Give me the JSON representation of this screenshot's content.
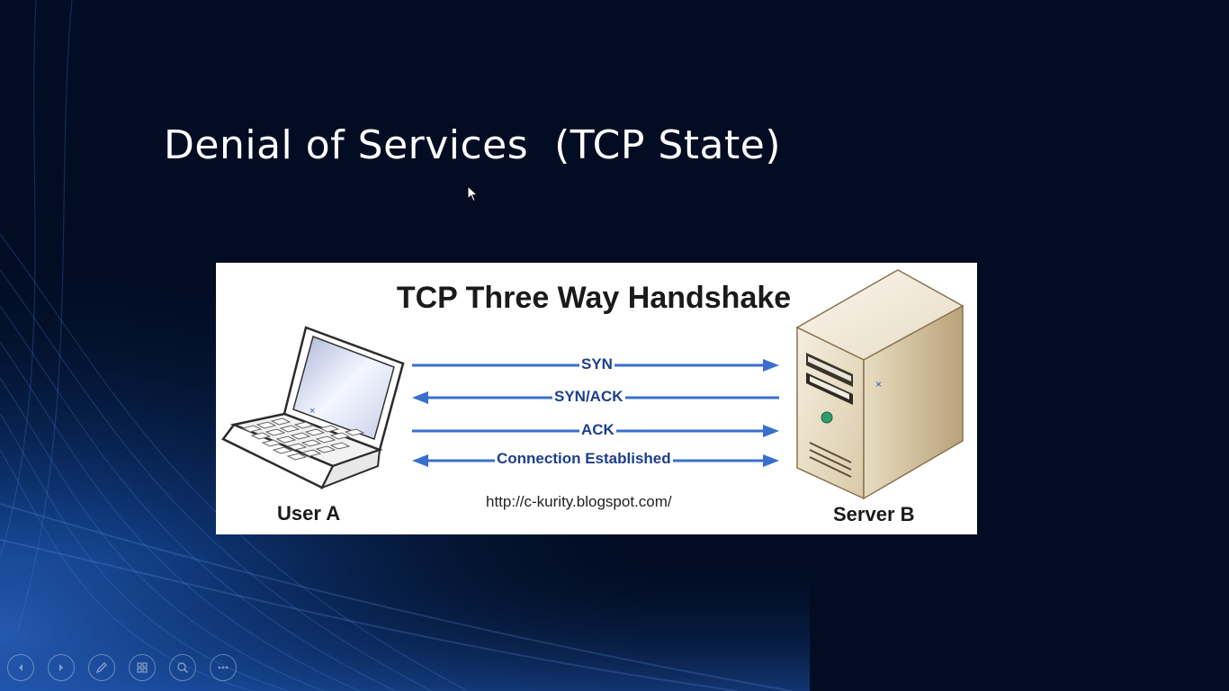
{
  "slide": {
    "title": "Denial of Services  (TCP State)"
  },
  "diagram": {
    "title": "TCP Three Way Handshake",
    "messages": [
      {
        "label": "SYN",
        "direction": "right"
      },
      {
        "label": "SYN/ACK",
        "direction": "left"
      },
      {
        "label": "ACK",
        "direction": "right"
      },
      {
        "label": "Connection Established",
        "direction": "both"
      }
    ],
    "client_label": "User A",
    "server_label": "Server B",
    "source_url": "http://c-kurity.blogspot.com/",
    "arrow_color": "#3a6fcf"
  },
  "slideshow_controls": [
    {
      "name": "previous-slide-button",
      "icon": "chevron-left-icon"
    },
    {
      "name": "next-slide-button",
      "icon": "chevron-right-icon"
    },
    {
      "name": "pen-tool-button",
      "icon": "pen-icon"
    },
    {
      "name": "see-all-slides-button",
      "icon": "grid-icon"
    },
    {
      "name": "zoom-button",
      "icon": "magnifier-icon"
    },
    {
      "name": "more-options-button",
      "icon": "ellipsis-icon"
    }
  ],
  "colors": {
    "background": "#020d24",
    "accent_blue": "#2f6fd0"
  }
}
